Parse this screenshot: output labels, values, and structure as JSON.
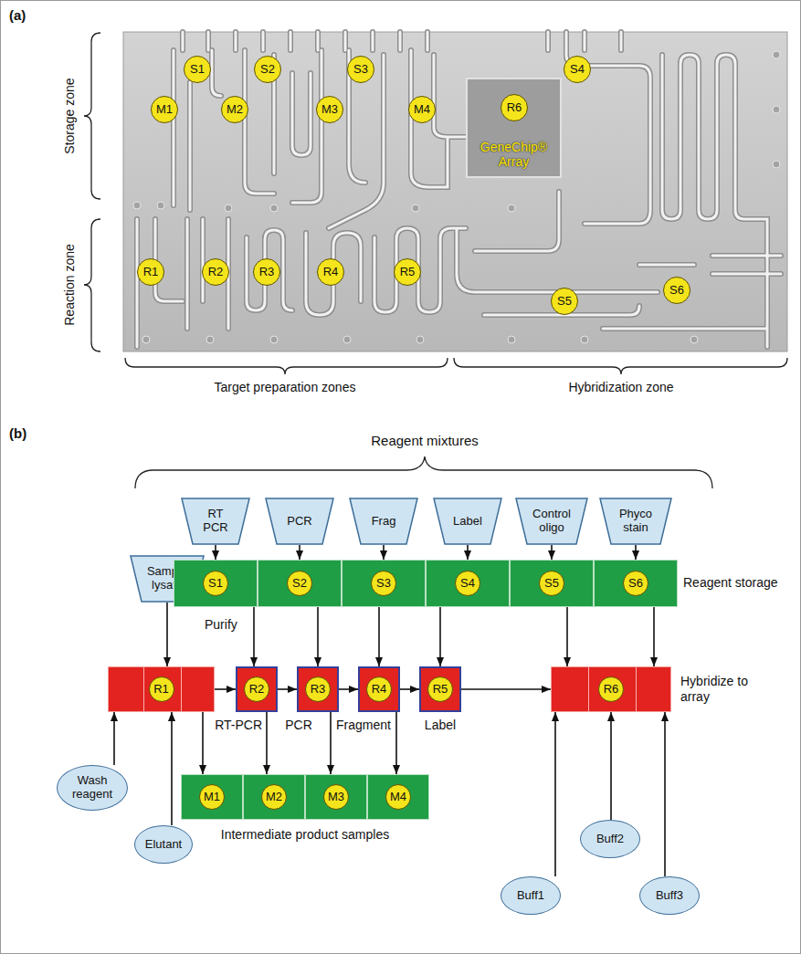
{
  "diagram": {
    "nodes": [
      {
        "text": [
          "S1"
        ]
      },
      {
        "text": [
          "S2"
        ]
      },
      {
        "text": [
          "S3"
        ]
      },
      {
        "text": [
          "S4"
        ]
      },
      {
        "text": [
          "M1"
        ]
      },
      {
        "text": [
          "M2"
        ]
      },
      {
        "text": [
          "M3"
        ]
      },
      {
        "text": [
          "M4"
        ]
      },
      {
        "text": [
          "GeneChip® Array"
        ]
      },
      {
        "text": [
          "R6"
        ],
        "in": 8
      },
      {
        "text": [
          "R1"
        ]
      },
      {
        "text": [
          "R2"
        ]
      },
      {
        "text": [
          "R3"
        ]
      },
      {
        "text": [
          "R4"
        ]
      },
      {
        "text": [
          "R5"
        ]
      },
      {
        "text": [
          "S5"
        ]
      },
      {
        "text": [
          "S6"
        ]
      },
      {
        "text": [
          "RT PCR"
        ]
      },
      {
        "text": [
          "PCR"
        ]
      },
      {
        "text": [
          "Frag"
        ]
      },
      {
        "text": [
          "Label"
        ]
      },
      {
        "text": [
          "Control oligo"
        ]
      },
      {
        "text": [
          "Phyco stain"
        ]
      },
      {
        "text": [
          "Sample lysate"
        ]
      },
      {
        "text": [
          "S1"
        ]
      },
      {
        "text": [
          "S2"
        ]
      },
      {
        "text": [
          "S3"
        ]
      },
      {
        "text": [
          "S4"
        ]
      },
      {
        "text": [
          "S5"
        ]
      },
      {
        "text": [
          "S6"
        ]
      },
      {
        "text": [
          "R1"
        ]
      },
      {
        "text": [
          "R2"
        ]
      },
      {
        "text": [
          "R3"
        ]
      },
      {
        "text": [
          "R4"
        ]
      },
      {
        "text": [
          "R5"
        ]
      },
      {
        "text": [
          "R6"
        ]
      },
      {
        "text": [
          "Wash reagent"
        ]
      },
      {
        "text": [
          "Elutant"
        ]
      },
      {
        "text": [
          "M1"
        ]
      },
      {
        "text": [
          "M2"
        ]
      },
      {
        "text": [
          "M3"
        ]
      },
      {
        "text": [
          "M4"
        ]
      },
      {
        "text": [
          "Buff2"
        ]
      },
      {
        "text": [
          "Buff1"
        ]
      },
      {
        "text": [
          "Buff3"
        ]
      }
    ],
    "edges": [
      {
        "from": 17,
        "to": 24,
        "arrow": "to"
      },
      {
        "from": 18,
        "to": 25,
        "arrow": "to"
      },
      {
        "from": 19,
        "to": 26,
        "arrow": "to"
      },
      {
        "from": 20,
        "to": 27,
        "arrow": "to"
      },
      {
        "from": 21,
        "to": 28,
        "arrow": "to"
      },
      {
        "from": 22,
        "to": 29,
        "arrow": "to"
      },
      {
        "from": 23,
        "to": 30,
        "arrow": "to"
      },
      {
        "from": 36,
        "to": 30,
        "arrow": "to"
      },
      {
        "from": 37,
        "to": 30,
        "arrow": "to"
      },
      {
        "from": 30,
        "to": 31,
        "arrow": "to"
      },
      {
        "from": 31,
        "to": 32,
        "arrow": "to"
      },
      {
        "from": 32,
        "to": 33,
        "arrow": "to"
      },
      {
        "from": 33,
        "to": 34,
        "arrow": "to"
      },
      {
        "from": 34,
        "to": 35,
        "arrow": "to"
      },
      {
        "from": 24,
        "to": 31,
        "arrow": "to"
      },
      {
        "from": 25,
        "to": 32,
        "arrow": "to"
      },
      {
        "from": 26,
        "to": 33,
        "arrow": "to"
      },
      {
        "from": 27,
        "to": 34,
        "arrow": "to"
      },
      {
        "from": 28,
        "to": 35,
        "arrow": "to"
      },
      {
        "from": 29,
        "to": 35,
        "arrow": "to"
      },
      {
        "from": 30,
        "to": 38,
        "arrow": "to"
      },
      {
        "from": 31,
        "to": 39,
        "arrow": "to"
      },
      {
        "from": 32,
        "to": 40,
        "arrow": "to"
      },
      {
        "from": 33,
        "to": 41,
        "arrow": "to"
      },
      {
        "from": 43,
        "to": 35,
        "arrow": "to"
      },
      {
        "from": 42,
        "to": 35,
        "arrow": "to"
      },
      {
        "from": 44,
        "to": 35,
        "arrow": "to"
      }
    ],
    "labels": [
      "(a)",
      "Storage zone",
      "Reaction zone",
      "Target preparation zones",
      "Hybridization zone",
      "(b)",
      "Reagent mixtures",
      "Reagent storage",
      "Purify",
      "RT-PCR",
      "PCR",
      "Fragment",
      "Label",
      "Hybridize to array",
      "Intermediate product samples"
    ]
  }
}
